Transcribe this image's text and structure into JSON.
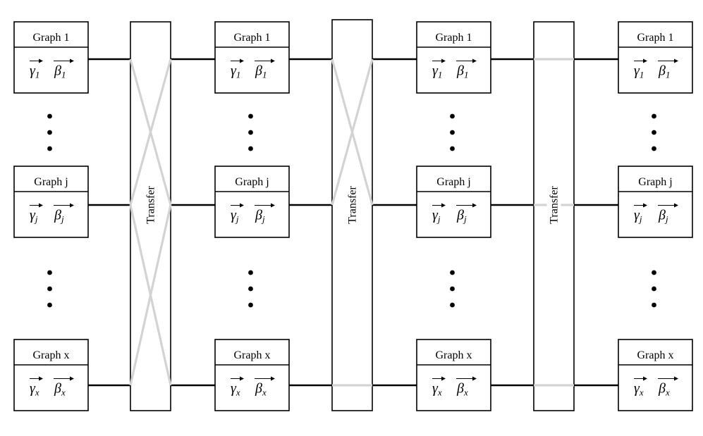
{
  "columns": [
    {
      "graphs": [
        {
          "title": "Graph 1",
          "gamma": "γ",
          "beta": "β",
          "sub": "1"
        },
        {
          "title": "Graph j",
          "gamma": "γ",
          "beta": "β",
          "sub": "j"
        },
        {
          "title": "Graph x",
          "gamma": "γ",
          "beta": "β",
          "sub": "x"
        }
      ]
    },
    {
      "graphs": [
        {
          "title": "Graph 1",
          "gamma": "γ",
          "beta": "β",
          "sub": "1"
        },
        {
          "title": "Graph j",
          "gamma": "γ",
          "beta": "β",
          "sub": "j"
        },
        {
          "title": "Graph x",
          "gamma": "γ",
          "beta": "β",
          "sub": "x"
        }
      ]
    },
    {
      "graphs": [
        {
          "title": "Graph 1",
          "gamma": "γ",
          "beta": "β",
          "sub": "1"
        },
        {
          "title": "Graph j",
          "gamma": "γ",
          "beta": "β",
          "sub": "j"
        },
        {
          "title": "Graph x",
          "gamma": "γ",
          "beta": "β",
          "sub": "x"
        }
      ]
    },
    {
      "graphs": [
        {
          "title": "Graph 1",
          "gamma": "γ",
          "beta": "β",
          "sub": "1"
        },
        {
          "title": "Graph j",
          "gamma": "γ",
          "beta": "β",
          "sub": "j"
        },
        {
          "title": "Graph x",
          "gamma": "γ",
          "beta": "β",
          "sub": "x"
        }
      ]
    }
  ],
  "transfers": [
    {
      "label": "Transfer"
    },
    {
      "label": "Transfer"
    },
    {
      "label": "Transfer"
    }
  ],
  "colors": {
    "line": "#000000",
    "transfer_line": "#d3d3d3",
    "background": "#ffffff"
  }
}
